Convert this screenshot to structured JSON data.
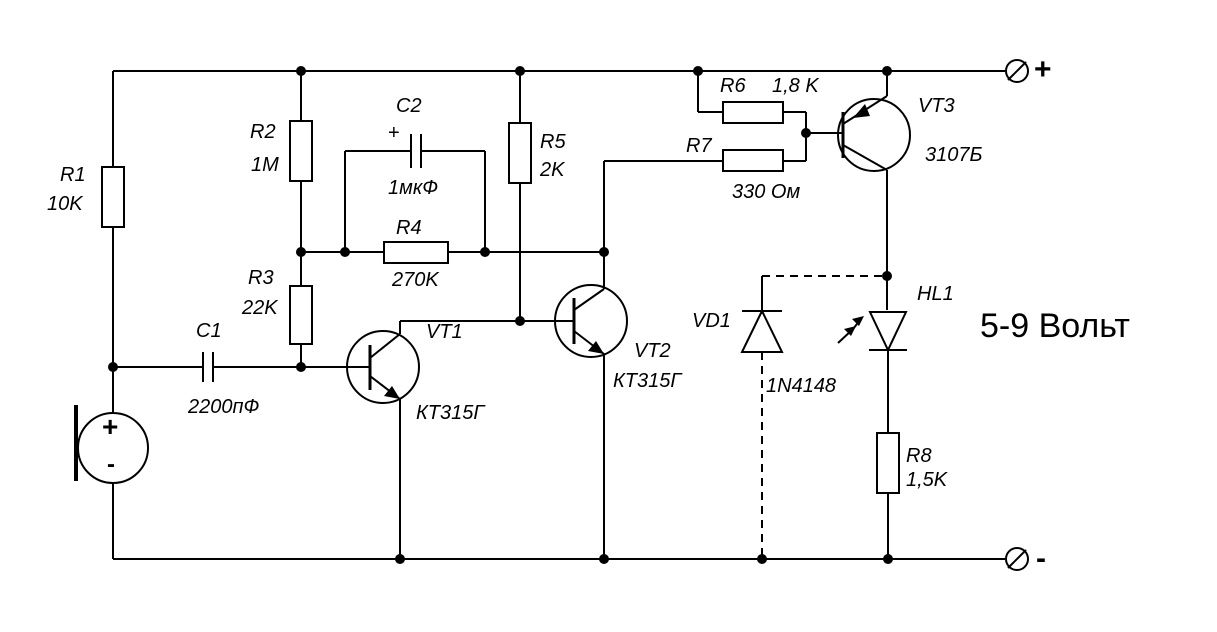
{
  "supply": {
    "plus": "+",
    "minus": "-",
    "voltage": "5-9 Вольт"
  },
  "r1": {
    "ref": "R1",
    "value": "10K"
  },
  "r2": {
    "ref": "R2",
    "value": "1M"
  },
  "r3": {
    "ref": "R3",
    "value": "22K"
  },
  "r4": {
    "ref": "R4",
    "value": "270K"
  },
  "r5": {
    "ref": "R5",
    "value": "2K"
  },
  "r6": {
    "ref": "R6",
    "value": "1,8 K"
  },
  "r7": {
    "ref": "R7",
    "value": "330 Ом"
  },
  "r8": {
    "ref": "R8",
    "value": "1,5K"
  },
  "c1": {
    "ref": "C1",
    "value": "2200пФ"
  },
  "c2": {
    "ref": "C2",
    "value": "1мкФ",
    "polarity": "+"
  },
  "vt1": {
    "ref": "VT1",
    "type": "КТ315Г"
  },
  "vt2": {
    "ref": "VT2",
    "type": "КТ315Г"
  },
  "vt3": {
    "ref": "VT3",
    "type": "3107Б"
  },
  "vd1": {
    "ref": "VD1",
    "type": "1N4148"
  },
  "hl1": {
    "ref": "HL1"
  },
  "mic": {
    "plus": "+",
    "minus": "-"
  }
}
